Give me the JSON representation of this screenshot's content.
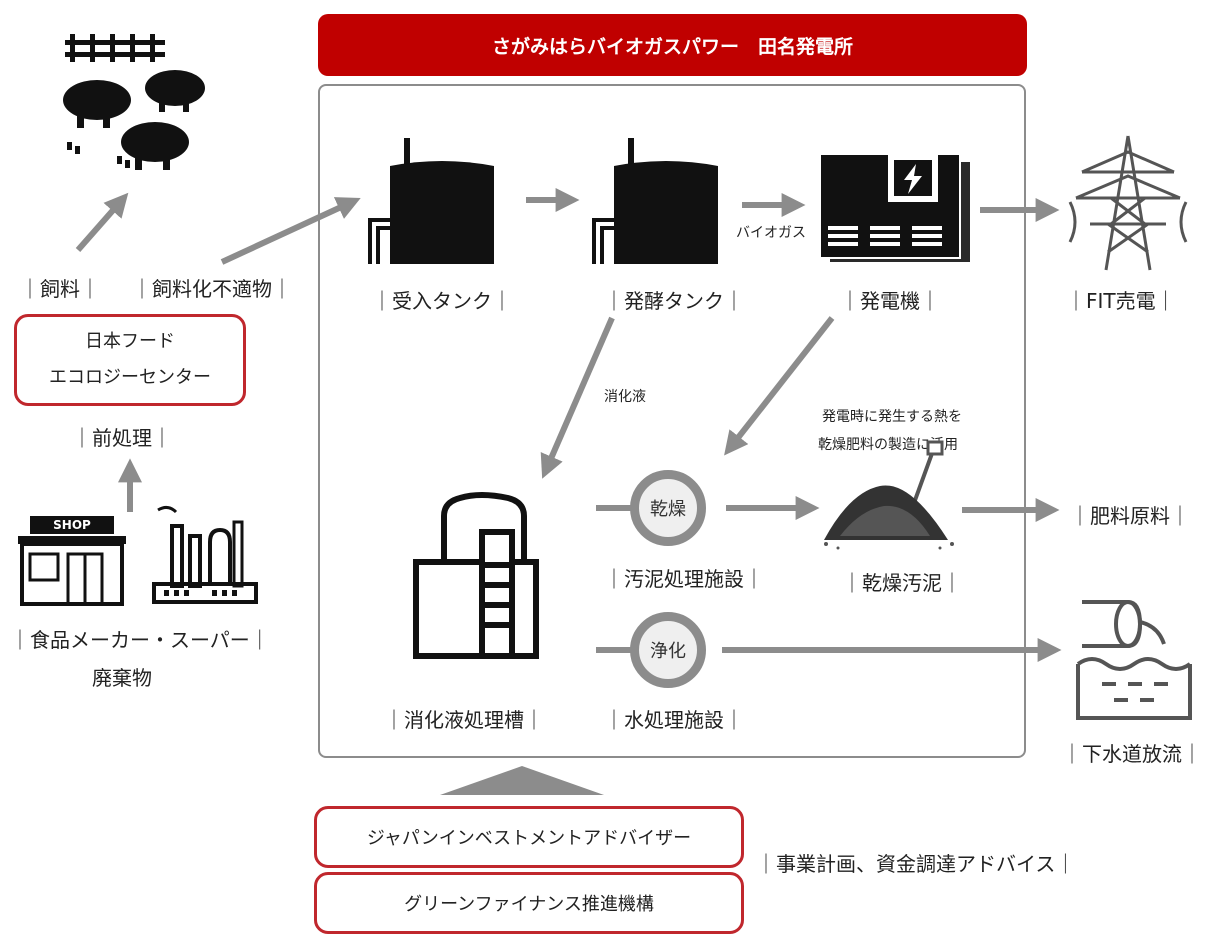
{
  "title": "さがみはらバイオガスパワー　田名発電所",
  "labels": {
    "feed": "｜飼料｜",
    "unsuitable_feed": "｜飼料化不適物｜",
    "pretreatment": "｜前処理｜",
    "waste_line1": "｜食品メーカー・スーパー｜",
    "waste_line2": "廃棄物",
    "receiving_tank": "｜受入タンク｜",
    "fermentation_tank": "｜発酵タンク｜",
    "generator": "｜発電機｜",
    "fit_sale": "｜FIT売電｜",
    "biogas": "バイオガス",
    "digestate": "消化液",
    "heat_note_line1": "発電時に発生する熱を",
    "heat_note_line2": "乾燥肥料の製造に活用",
    "drying": "乾燥",
    "sludge_facility": "｜汚泥処理施設｜",
    "dried_sludge": "｜乾燥汚泥｜",
    "fertilizer_material": "｜肥料原料｜",
    "purification": "浄化",
    "water_facility": "｜水処理施設｜",
    "digestate_tank": "｜消化液処理槽｜",
    "sewer_discharge": "｜下水道放流｜",
    "advisory": "｜事業計画、資金調達アドバイス｜",
    "shop_sign": "SHOP"
  },
  "organizations": {
    "nihon_food_line1": "日本フード",
    "nihon_food_line2": "エコロジーセンター",
    "jia": "ジャパンインベストメントアドバイザー",
    "green_finance": "グリーンファイナンス推進機構"
  },
  "colors": {
    "accent_red": "#c00000",
    "box_border_red": "#c0272d",
    "arrow_gray": "#8c8c8c"
  }
}
